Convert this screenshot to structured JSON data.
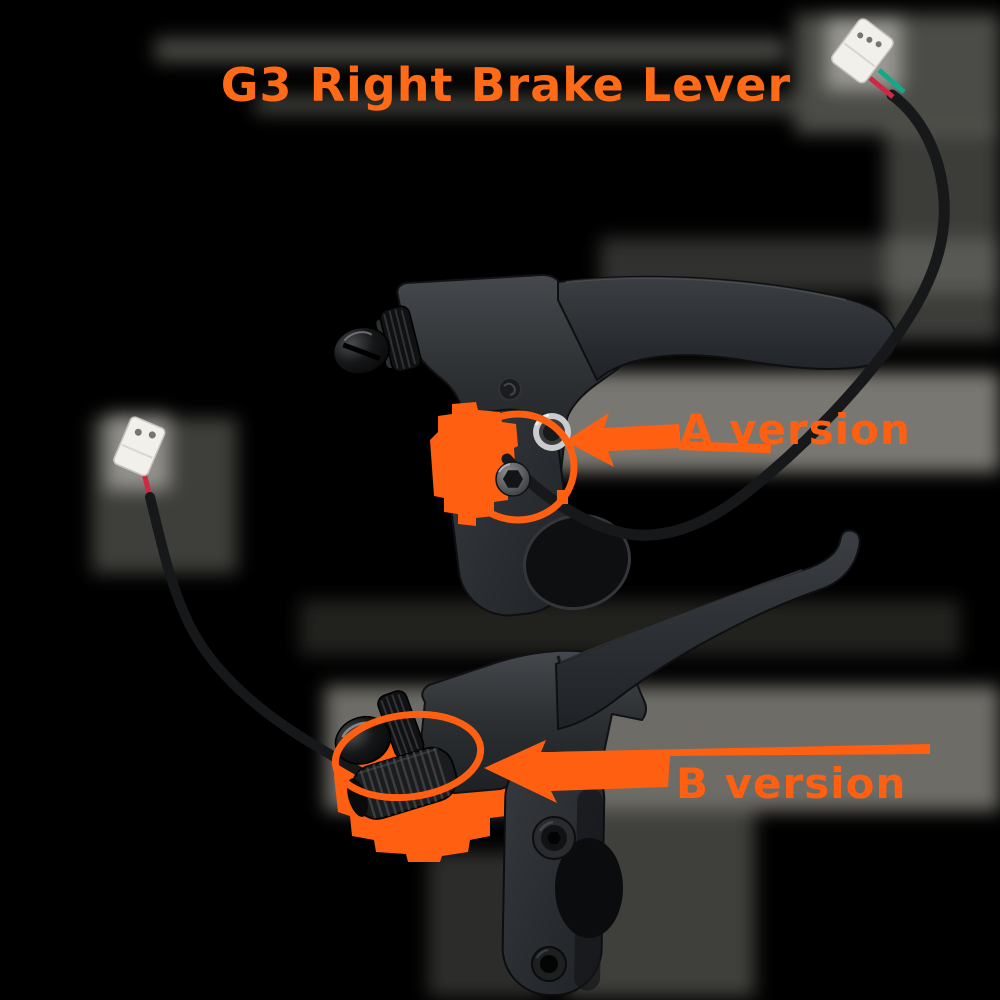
{
  "title": {
    "text": "G3 Right Brake Lever",
    "color": "#ff6a16"
  },
  "annotations": {
    "accent_color": "#ff5f10",
    "a": {
      "label": "A version"
    },
    "b": {
      "label": "B version"
    }
  },
  "photo": {
    "alt": "Two black G3 right brake levers on a dark cut-out background: the A version (top) with its pivot bolts circled, the B version (bottom) with its ribbed cable adjuster circled; each lever has a black cable ending in a small white plug with red and green wires"
  }
}
